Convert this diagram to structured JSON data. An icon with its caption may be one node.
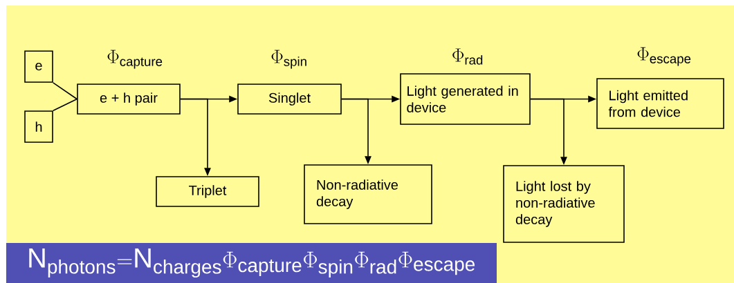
{
  "diagram": {
    "nodes": [
      {
        "text": [
          "e"
        ]
      },
      {
        "text": [
          "h"
        ]
      },
      {
        "text": [
          "e + h pair"
        ]
      },
      {
        "text": [
          "Singlet"
        ]
      },
      {
        "text": [
          "Light generated in device"
        ]
      },
      {
        "text": [
          "Light emitted from device"
        ]
      },
      {
        "text": [
          "Triplet"
        ]
      },
      {
        "text": [
          "Non-radiative decay"
        ]
      },
      {
        "text": [
          "Light lost by non-radiative decay"
        ]
      },
      {
        "text": [
          "\\mathsf{N}_{\\mathsf{photons}}{=}\\mathsf{N}_{\\mathsf{charges}}\\Phi_{\\mathsf{capture}}\\Phi_{\\mathsf{spin}}\\Phi_{\\mathsf{rad}}\\Phi_{\\mathsf{escape}}"
        ]
      }
    ],
    "edges": [
      {
        "from": 0,
        "to": 2,
        "arrow": "none"
      },
      {
        "from": 1,
        "to": 2,
        "arrow": "none"
      },
      {
        "from": 2,
        "to": 3,
        "arrow": "to"
      },
      {
        "from": 2,
        "to": 6,
        "arrow": "to"
      },
      {
        "from": 3,
        "to": 4,
        "arrow": "to"
      },
      {
        "from": 3,
        "to": 7,
        "arrow": "to"
      },
      {
        "from": 4,
        "to": 5,
        "arrow": "to"
      },
      {
        "from": 4,
        "to": 8,
        "arrow": "to"
      }
    ],
    "labels": [
      "\\Phi_{\\mathsf{capture}}",
      "\\Phi_{\\mathsf{spin}}",
      "\\Phi_{\\mathsf{rad}}",
      "\\Phi_{\\mathsf{escape}}"
    ]
  }
}
